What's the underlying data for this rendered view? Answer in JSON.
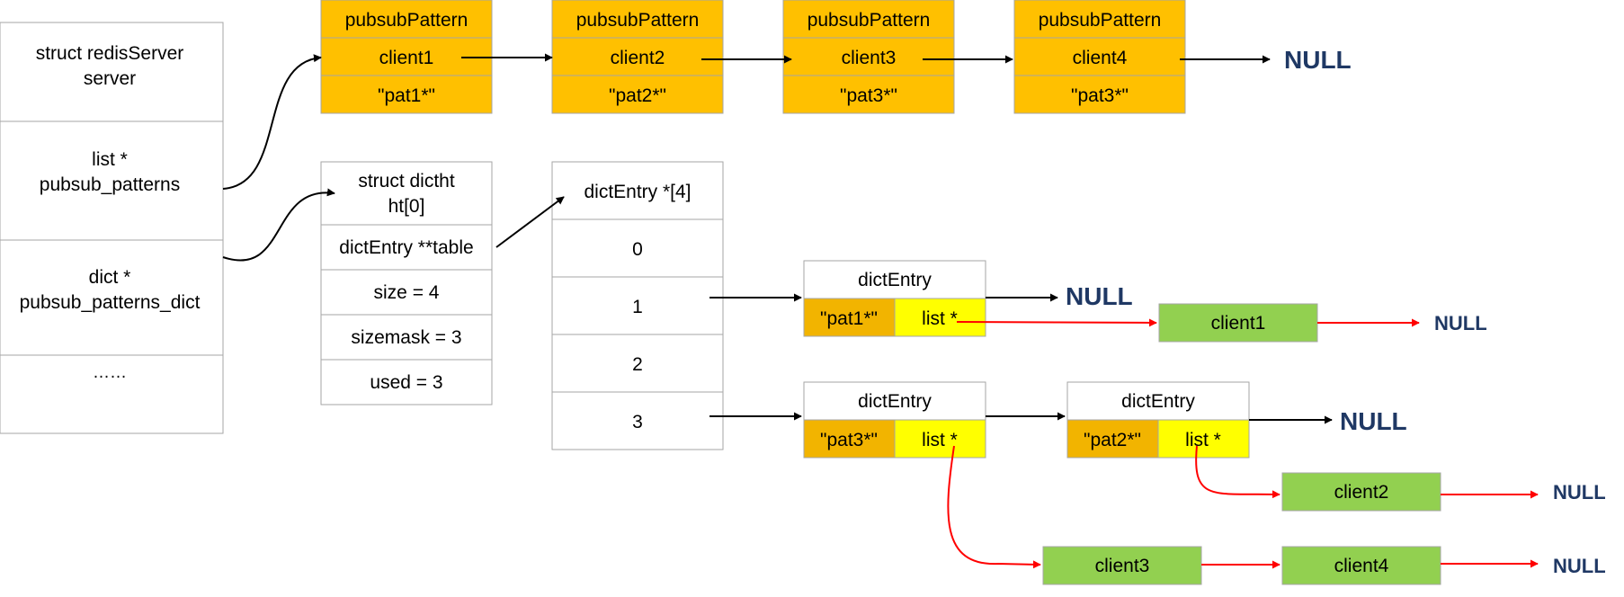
{
  "colors": {
    "orange": "#FFC000",
    "orange_dark": "#F2B400",
    "orange_border": "#C49000",
    "yellow": "#FFFF00",
    "green": "#92D050",
    "green_border": "#70A040",
    "box_border": "#A6A6A6",
    "arrow_black": "#000000",
    "arrow_red": "#FF0000",
    "null_text": "#1F3864"
  },
  "server": {
    "title": "struct redisServer\nserver",
    "patterns_field": "list *\npubsub_patterns",
    "patterns_dict_field": "dict *\npubsub_patterns_dict",
    "ellipsis": "……"
  },
  "pattern_list": [
    {
      "header": "pubsubPattern",
      "client": "client1",
      "pattern": "\"pat1*\""
    },
    {
      "header": "pubsubPattern",
      "client": "client2",
      "pattern": "\"pat2*\""
    },
    {
      "header": "pubsubPattern",
      "client": "client3",
      "pattern": "\"pat3*\""
    },
    {
      "header": "pubsubPattern",
      "client": "client4",
      "pattern": "\"pat3*\""
    }
  ],
  "pattern_list_end": "NULL",
  "dictht": {
    "title": "struct dictht\nht[0]",
    "table": "dictEntry **table",
    "size": "size = 4",
    "sizemask": "sizemask = 3",
    "used": "used = 3"
  },
  "table": {
    "header": "dictEntry *[4]",
    "slots": [
      "0",
      "1",
      "2",
      "3"
    ]
  },
  "entries": [
    {
      "header": "dictEntry",
      "key": "\"pat1*\"",
      "value": "list *",
      "next": "NULL"
    },
    {
      "header": "dictEntry",
      "key": "\"pat3*\"",
      "value": "list *"
    },
    {
      "header": "dictEntry",
      "key": "\"pat2*\"",
      "value": "list *",
      "next": "NULL"
    }
  ],
  "client_lists": [
    {
      "clients": [
        "client1"
      ],
      "end": "NULL"
    },
    {
      "clients": [
        "client2"
      ],
      "end": "NULL"
    },
    {
      "clients": [
        "client3",
        "client4"
      ],
      "end": "NULL"
    }
  ]
}
